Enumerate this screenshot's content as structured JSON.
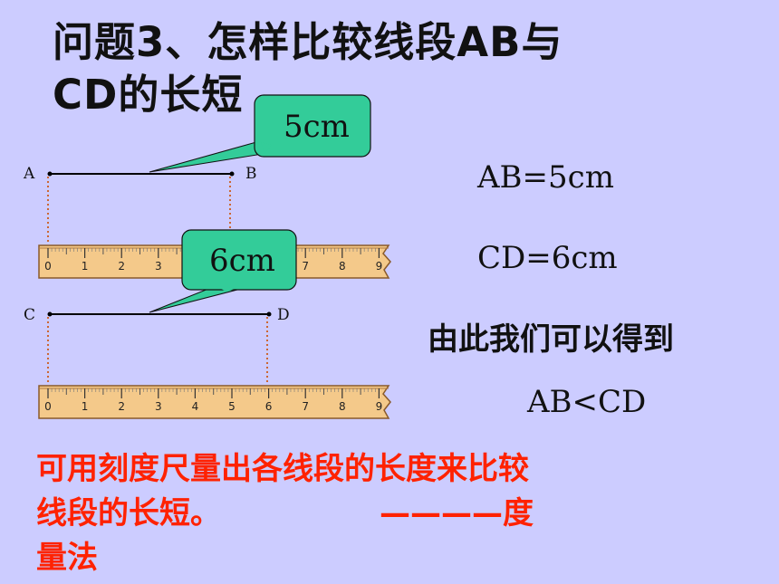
{
  "title": {
    "line1": "问题3、怎样比较线段AB与",
    "line2": "CD的长短"
  },
  "callouts": {
    "ab": "5cm",
    "cd": "6cm"
  },
  "points": {
    "a": "A",
    "b": "B",
    "c": "C",
    "d": "D"
  },
  "ruler_ticks": [
    "0",
    "1",
    "2",
    "3",
    "4",
    "5",
    "6",
    "7",
    "8",
    "9"
  ],
  "results": {
    "ab": "AB=5cm",
    "cd": "CD=6cm"
  },
  "conclusion": {
    "lead": "由此我们可以得到",
    "relation": "AB<CD"
  },
  "method": {
    "line1": "可用刻度尺量出各线段的长度来比较",
    "line2_text": "线段的长短。",
    "line2_dash": "————度",
    "line3": "量法"
  },
  "colors": {
    "background": "#ccccff",
    "callout": "#33cc99",
    "ruler": "#f4c98a",
    "method_text": "#ff2200",
    "guide": "#cc6633"
  }
}
